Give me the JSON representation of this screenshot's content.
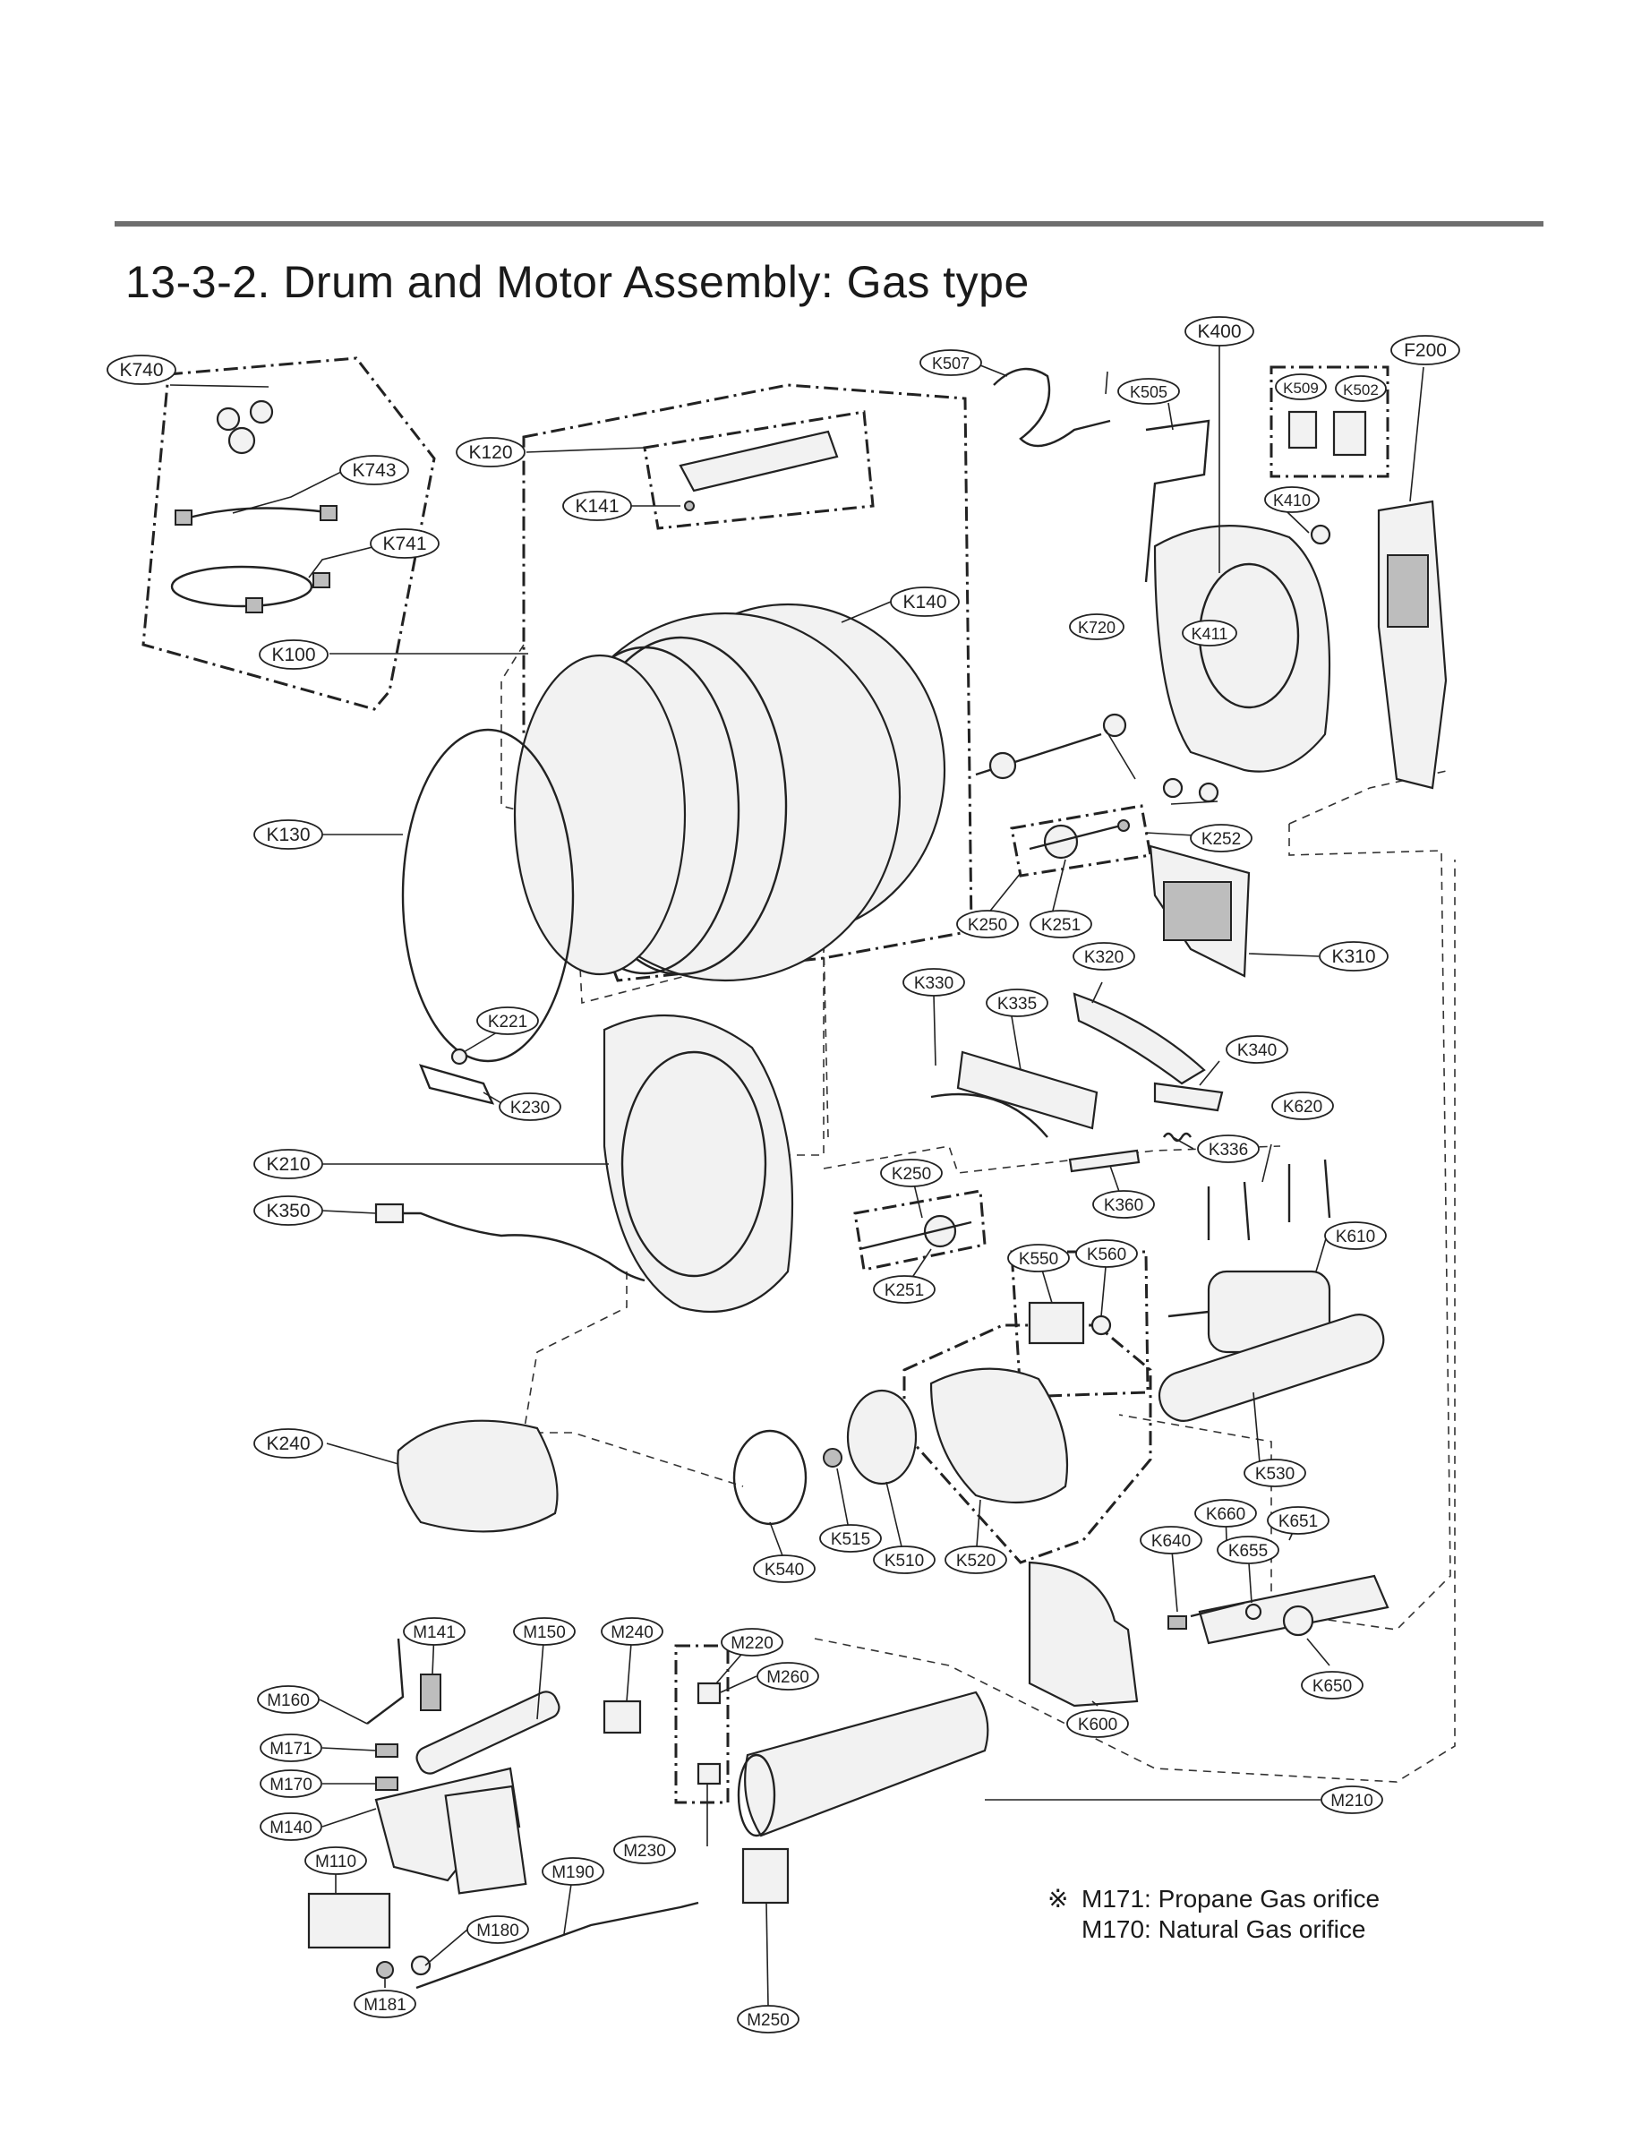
{
  "title": "13-3-2. Drum and Motor Assembly: Gas type",
  "labels": [
    {
      "id": "K740",
      "text": "K740"
    },
    {
      "id": "K743",
      "text": "K743"
    },
    {
      "id": "K741",
      "text": "K741"
    },
    {
      "id": "K100",
      "text": "K100"
    },
    {
      "id": "K120",
      "text": "K120"
    },
    {
      "id": "K141",
      "text": "K141"
    },
    {
      "id": "K140",
      "text": "K140"
    },
    {
      "id": "K130",
      "text": "K130"
    },
    {
      "id": "K507",
      "text": "K507"
    },
    {
      "id": "K505",
      "text": "K505"
    },
    {
      "id": "K400",
      "text": "K400"
    },
    {
      "id": "K509",
      "text": "K509"
    },
    {
      "id": "K502",
      "text": "K502"
    },
    {
      "id": "F200",
      "text": "F200"
    },
    {
      "id": "K410",
      "text": "K410"
    },
    {
      "id": "K720",
      "text": "K720"
    },
    {
      "id": "K411",
      "text": "K411"
    },
    {
      "id": "K252",
      "text": "K252"
    },
    {
      "id": "K250a",
      "text": "K250"
    },
    {
      "id": "K251a",
      "text": "K251"
    },
    {
      "id": "K310",
      "text": "K310"
    },
    {
      "id": "K320",
      "text": "K320"
    },
    {
      "id": "K330",
      "text": "K330"
    },
    {
      "id": "K335",
      "text": "K335"
    },
    {
      "id": "K340",
      "text": "K340"
    },
    {
      "id": "K221",
      "text": "K221"
    },
    {
      "id": "K230",
      "text": "K230"
    },
    {
      "id": "K620",
      "text": "K620"
    },
    {
      "id": "K336",
      "text": "K336"
    },
    {
      "id": "K210",
      "text": "K210"
    },
    {
      "id": "K250b",
      "text": "K250"
    },
    {
      "id": "K360",
      "text": "K360"
    },
    {
      "id": "K350",
      "text": "K350"
    },
    {
      "id": "K610",
      "text": "K610"
    },
    {
      "id": "K550",
      "text": "K550"
    },
    {
      "id": "K560",
      "text": "K560"
    },
    {
      "id": "K251b",
      "text": "K251"
    },
    {
      "id": "K240",
      "text": "K240"
    },
    {
      "id": "K530",
      "text": "K530"
    },
    {
      "id": "K660",
      "text": "K660"
    },
    {
      "id": "K651",
      "text": "K651"
    },
    {
      "id": "K640",
      "text": "K640"
    },
    {
      "id": "K655",
      "text": "K655"
    },
    {
      "id": "K515",
      "text": "K515"
    },
    {
      "id": "K510",
      "text": "K510"
    },
    {
      "id": "K520",
      "text": "K520"
    },
    {
      "id": "K540",
      "text": "K540"
    },
    {
      "id": "K650",
      "text": "K650"
    },
    {
      "id": "K600",
      "text": "K600"
    },
    {
      "id": "M141",
      "text": "M141"
    },
    {
      "id": "M150",
      "text": "M150"
    },
    {
      "id": "M240",
      "text": "M240"
    },
    {
      "id": "M220",
      "text": "M220"
    },
    {
      "id": "M260",
      "text": "M260"
    },
    {
      "id": "M160",
      "text": "M160"
    },
    {
      "id": "M171",
      "text": "M171"
    },
    {
      "id": "M170",
      "text": "M170"
    },
    {
      "id": "M140",
      "text": "M140"
    },
    {
      "id": "M210",
      "text": "M210"
    },
    {
      "id": "M230",
      "text": "M230"
    },
    {
      "id": "M110",
      "text": "M110"
    },
    {
      "id": "M190",
      "text": "M190"
    },
    {
      "id": "M180",
      "text": "M180"
    },
    {
      "id": "M181",
      "text": "M181"
    },
    {
      "id": "M250",
      "text": "M250"
    }
  ],
  "note": {
    "mark": "※",
    "line1": "M171: Propane Gas orifice",
    "line2": "M170: Natural Gas orifice"
  }
}
